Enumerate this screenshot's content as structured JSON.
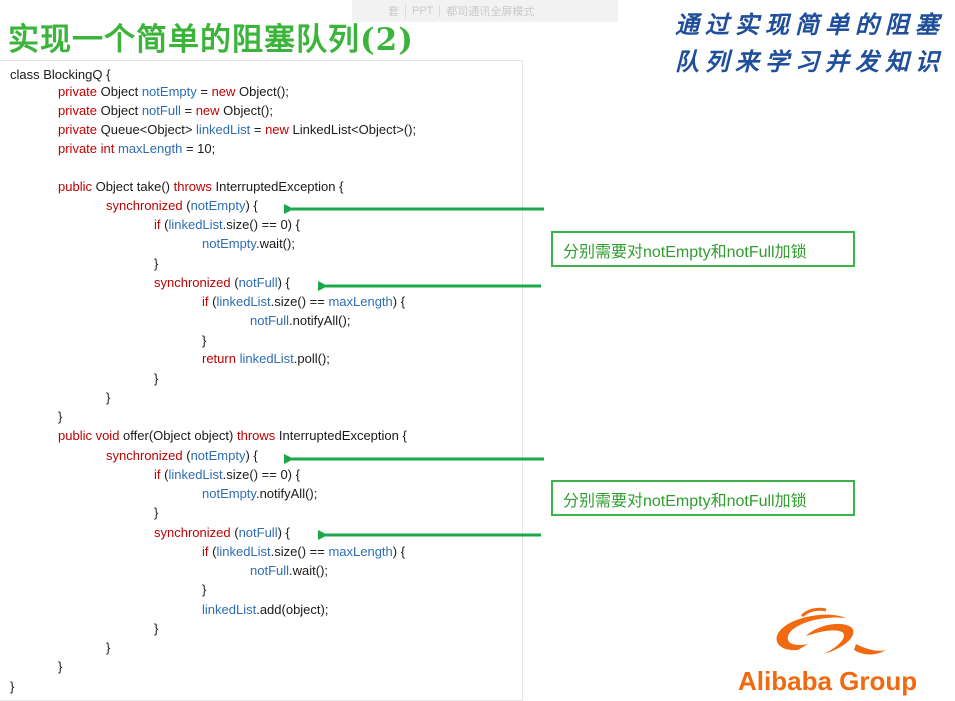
{
  "topbar": {
    "items": [
      "套",
      "PPT",
      "都司通讯全屏模式"
    ]
  },
  "title": "实现一个简单的阻塞队列(2)",
  "subtitle": {
    "line1": "通过实现简单的阻塞",
    "line2": "队列来学习并发知识"
  },
  "notes": [
    "分别需要对notEmpty和notFull加锁",
    "分别需要对notEmpty和notFull加锁"
  ],
  "logo": {
    "text": "Alibaba Group"
  },
  "colors": {
    "title": "#3cb43c",
    "subtitle": "#1f4e9a",
    "keyword": "#c00000",
    "field": "#2e6db4",
    "note": "#3cb44b",
    "logo": "#f26a10"
  },
  "code_lines": [
    [
      [
        "class BlockingQ {",
        "t"
      ]
    ],
    [
      [
        "private",
        "k"
      ],
      [
        " Object ",
        "t"
      ],
      [
        "notEmpty",
        "f"
      ],
      [
        " = ",
        "t"
      ],
      [
        "new",
        "k"
      ],
      [
        " Object();",
        "t"
      ]
    ],
    [
      [
        "private",
        "k"
      ],
      [
        " Object ",
        "t"
      ],
      [
        "notFull",
        "f"
      ],
      [
        " = ",
        "t"
      ],
      [
        "new",
        "k"
      ],
      [
        " Object();",
        "t"
      ]
    ],
    [
      [
        "private",
        "k"
      ],
      [
        " Queue<Object> ",
        "t"
      ],
      [
        "linkedList",
        "f"
      ],
      [
        " = ",
        "t"
      ],
      [
        "new",
        "k"
      ],
      [
        " LinkedList<Object>();",
        "t"
      ]
    ],
    [
      [
        "private int",
        "k"
      ],
      [
        " ",
        "t"
      ],
      [
        "maxLength",
        "f"
      ],
      [
        " = 10;",
        "t"
      ]
    ],
    [
      [
        "public",
        "k"
      ],
      [
        " Object take() ",
        "t"
      ],
      [
        "throws",
        "k"
      ],
      [
        " InterruptedException {",
        "t"
      ]
    ],
    [
      [
        "synchronized",
        "k"
      ],
      [
        " (",
        "t"
      ],
      [
        "notEmpty",
        "f"
      ],
      [
        ") {",
        "t"
      ]
    ],
    [
      [
        "if",
        "k"
      ],
      [
        " (",
        "t"
      ],
      [
        "linkedList",
        "f"
      ],
      [
        ".size() == 0) {",
        "t"
      ]
    ],
    [
      [
        "notEmpty",
        "f"
      ],
      [
        ".wait();",
        "t"
      ]
    ],
    [
      [
        "}",
        "t"
      ]
    ],
    [
      [
        "synchronized",
        "k"
      ],
      [
        " (",
        "t"
      ],
      [
        "notFull",
        "f"
      ],
      [
        ") {",
        "t"
      ]
    ],
    [
      [
        "if",
        "k"
      ],
      [
        " (",
        "t"
      ],
      [
        "linkedList",
        "f"
      ],
      [
        ".size() == ",
        "t"
      ],
      [
        "maxLength",
        "f"
      ],
      [
        ") {",
        "t"
      ]
    ],
    [
      [
        "notFull",
        "f"
      ],
      [
        ".notifyAll();",
        "t"
      ]
    ],
    [
      [
        "}",
        "t"
      ]
    ],
    [
      [
        "return",
        "k"
      ],
      [
        " ",
        "t"
      ],
      [
        "linkedList",
        "f"
      ],
      [
        ".poll();",
        "t"
      ]
    ],
    [
      [
        "}",
        "t"
      ]
    ],
    [
      [
        "}",
        "t"
      ]
    ],
    [
      [
        "}",
        "t"
      ]
    ],
    [
      [
        "public void",
        "k"
      ],
      [
        " offer(Object object) ",
        "t"
      ],
      [
        "throws",
        "k"
      ],
      [
        " InterruptedException {",
        "t"
      ]
    ],
    [
      [
        "synchronized",
        "k"
      ],
      [
        " (",
        "t"
      ],
      [
        "notEmpty",
        "f"
      ],
      [
        ") {",
        "t"
      ]
    ],
    [
      [
        "if",
        "k"
      ],
      [
        " (",
        "t"
      ],
      [
        "linkedList",
        "f"
      ],
      [
        ".size() == 0) {",
        "t"
      ]
    ],
    [
      [
        "notEmpty",
        "f"
      ],
      [
        ".notifyAll();",
        "t"
      ]
    ],
    [
      [
        "}",
        "t"
      ]
    ],
    [
      [
        "synchronized",
        "k"
      ],
      [
        " (",
        "t"
      ],
      [
        "notFull",
        "f"
      ],
      [
        ") {",
        "t"
      ]
    ],
    [
      [
        "if",
        "k"
      ],
      [
        " (",
        "t"
      ],
      [
        "linkedList",
        "f"
      ],
      [
        ".size() == ",
        "t"
      ],
      [
        "maxLength",
        "f"
      ],
      [
        ") {",
        "t"
      ]
    ],
    [
      [
        "notFull",
        "f"
      ],
      [
        ".wait();",
        "t"
      ]
    ],
    [
      [
        "}",
        "t"
      ]
    ],
    [
      [
        "linkedList",
        "f"
      ],
      [
        ".add(object);",
        "t"
      ]
    ],
    [
      [
        "}",
        "t"
      ]
    ],
    [
      [
        "}",
        "t"
      ]
    ],
    [
      [
        "}",
        "t"
      ]
    ],
    [
      [
        "}",
        "t"
      ]
    ]
  ]
}
